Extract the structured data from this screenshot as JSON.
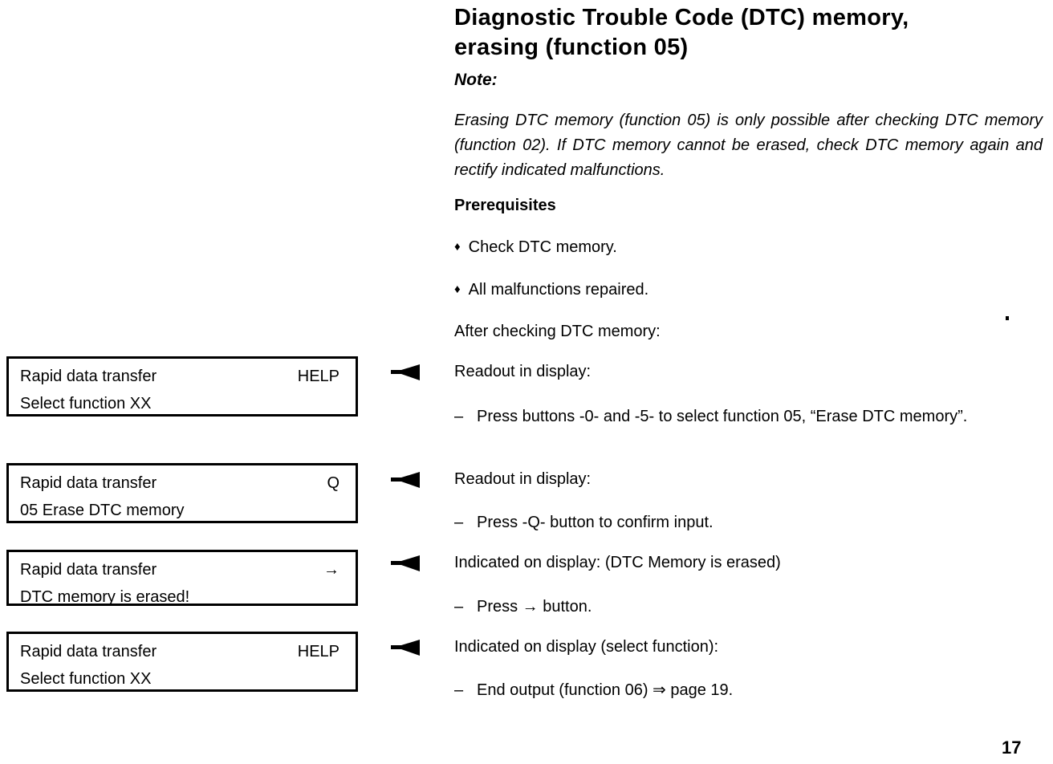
{
  "document": {
    "title_line1": "Diagnostic Trouble Code (DTC) memory,",
    "title_line2": "erasing (function 05)",
    "note": {
      "heading": "Note:",
      "body": "Erasing DTC memory (function 05) is only possible after checking DTC memory (function 02). If DTC memory cannot be erased, check DTC memory again and rectify indicated malfunctions."
    },
    "prerequisites": {
      "heading": "Prerequisites",
      "items": [
        "Check DTC memory.",
        "All malfunctions repaired."
      ]
    },
    "after_text": "After checking DTC memory:",
    "page_number": "17"
  },
  "glyphs": {
    "bullet": "♦",
    "dash": "–"
  },
  "display_boxes": [
    {
      "line1": "Rapid data transfer",
      "corner": "HELP",
      "line2": "Select function XX"
    },
    {
      "line1": "Rapid data transfer",
      "corner": "Q",
      "line2": "05 Erase DTC memory"
    },
    {
      "line1": "Rapid data transfer",
      "corner": "→",
      "line2": "DTC memory is erased!"
    },
    {
      "line1": "Rapid data transfer",
      "corner": "HELP",
      "line2": "Select function XX"
    }
  ],
  "steps": [
    {
      "label": "Readout in display:",
      "instruction": "Press buttons -0- and -5- to select function 05, “Erase DTC memory”."
    },
    {
      "label": "Readout in display:",
      "instruction": "Press -Q- button to confirm input."
    },
    {
      "label": "Indicated on display: (DTC Memory is erased)",
      "instruction": "Press → button."
    },
    {
      "label": "Indicated on display (select function):",
      "instruction": "End output (function 06) ⇒ page 19."
    }
  ],
  "colors": {
    "ink": "#000000",
    "paper": "#ffffff"
  }
}
